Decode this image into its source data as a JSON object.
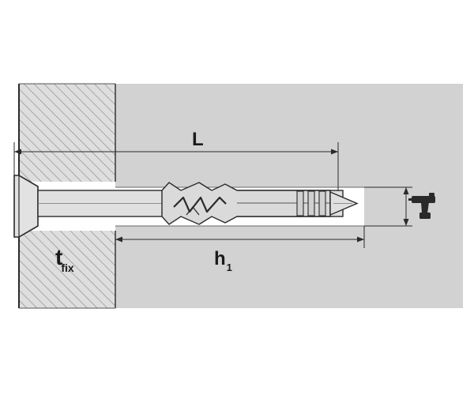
{
  "labels": {
    "length": "L",
    "anchor_depth": "h",
    "anchor_depth_sub": "1",
    "fixture_thickness": "t",
    "fixture_thickness_sub": "fix"
  },
  "icons": {
    "tool": "hammer-drill-icon"
  },
  "colors": {
    "base_material": "#d2d2d2",
    "fixture": "#dedede",
    "hatch": "#8a8a8a",
    "outline": "#2a2a2a",
    "anchor": "#dcdcdc"
  }
}
